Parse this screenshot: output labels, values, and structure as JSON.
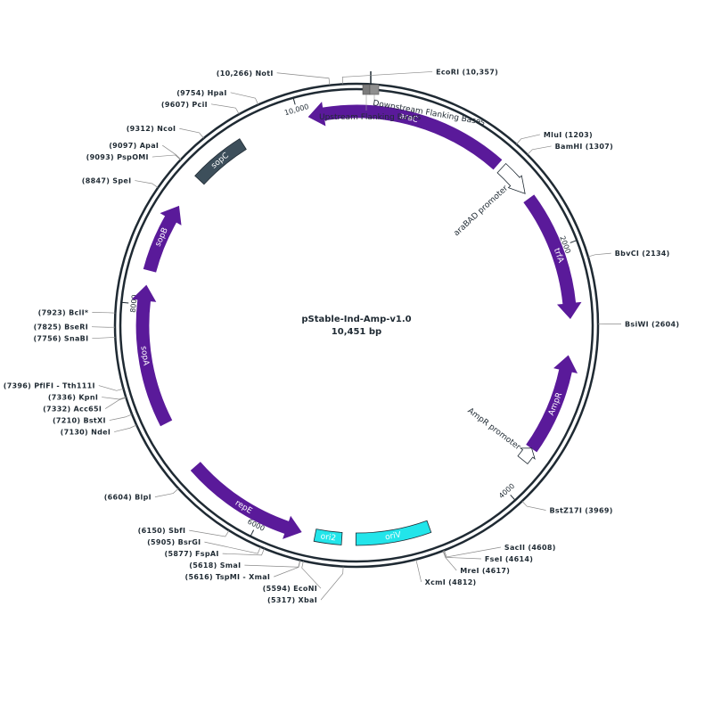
{
  "plasmid": {
    "name": "pStable-Ind-Amp-v1.0",
    "length_label": "10,451 bp",
    "length": 10451
  },
  "ticks": [
    {
      "pos": 2000,
      "label": "2000"
    },
    {
      "pos": 4000,
      "label": "4000"
    },
    {
      "pos": 6000,
      "label": "6000"
    },
    {
      "pos": 8000,
      "label": "8000"
    },
    {
      "pos": 10000,
      "label": "10,000"
    }
  ],
  "features": [
    {
      "name": "araC",
      "start": 10076,
      "end": 1197,
      "strand": -1,
      "kind": "arrow",
      "color": "#5a1a9a",
      "label_inside": true
    },
    {
      "name": "araBAD promoter",
      "start": 1240,
      "end": 1510,
      "strand": 1,
      "kind": "promoter",
      "color": "#ffffff",
      "label_inside": false
    },
    {
      "name": "trfA",
      "start": 1560,
      "end": 2560,
      "strand": 1,
      "kind": "arrow",
      "color": "#5a1a9a",
      "label_inside": true
    },
    {
      "name": "AmpR",
      "start": 2850,
      "end": 3630,
      "strand": -1,
      "kind": "arrow",
      "color": "#5a1a9a",
      "label_inside": true
    },
    {
      "name": "AmpR promoter",
      "start": 3630,
      "end": 3745,
      "strand": -1,
      "kind": "promoter",
      "color": "#ffffff",
      "label_inside": false
    },
    {
      "name": "oriV",
      "start": 4650,
      "end": 5230,
      "strand": 0,
      "kind": "box",
      "color": "#22e5ea",
      "label_inside": true
    },
    {
      "name": "ori2",
      "start": 5340,
      "end": 5550,
      "strand": 0,
      "kind": "box",
      "color": "#22e5ea",
      "label_inside": true
    },
    {
      "name": "repE",
      "start": 5660,
      "end": 6640,
      "strand": -1,
      "kind": "arrow",
      "color": "#5a1a9a",
      "label_inside": true
    },
    {
      "name": "sopA",
      "start": 7050,
      "end": 8150,
      "strand": 1,
      "kind": "arrow",
      "color": "#5a1a9a",
      "label_inside": true
    },
    {
      "name": "sopB",
      "start": 8270,
      "end": 8820,
      "strand": 1,
      "kind": "arrow",
      "color": "#5a1a9a",
      "label_inside": true
    },
    {
      "name": "sopC",
      "start": 9080,
      "end": 9520,
      "strand": 0,
      "kind": "box",
      "color": "#3d4f5b",
      "label_inside": true
    }
  ],
  "flanking": {
    "downstream": "Downstream Flanking Bases",
    "upstream": "Upstream Flanking Bases",
    "colors": [
      "#7b7b7b",
      "#8f8f8f"
    ]
  },
  "sites": [
    {
      "name": "NotI",
      "pos": 10266,
      "pos_label": "(10,266)",
      "side": "left"
    },
    {
      "name": "EcoRI",
      "pos": 10357,
      "pos_label": "(10,357)",
      "side": "right"
    },
    {
      "name": "HpaI",
      "pos": 9754,
      "pos_label": "(9754)",
      "side": "left"
    },
    {
      "name": "PciI",
      "pos": 9607,
      "pos_label": "(9607)",
      "side": "left"
    },
    {
      "name": "NcoI",
      "pos": 9312,
      "pos_label": "(9312)",
      "side": "left"
    },
    {
      "name": "ApaI",
      "pos": 9097,
      "pos_label": "(9097)",
      "side": "left"
    },
    {
      "name": "PspOMI",
      "pos": 9093,
      "pos_label": "(9093)",
      "side": "left"
    },
    {
      "name": "SpeI",
      "pos": 8847,
      "pos_label": "(8847)",
      "side": "left"
    },
    {
      "name": "BclI*",
      "pos": 7923,
      "pos_label": "(7923)",
      "side": "left"
    },
    {
      "name": "BseRI",
      "pos": 7825,
      "pos_label": "(7825)",
      "side": "left"
    },
    {
      "name": "SnaBI",
      "pos": 7756,
      "pos_label": "(7756)",
      "side": "left"
    },
    {
      "name": "PflFI - Tth111I",
      "pos": 7396,
      "pos_label": "(7396)",
      "side": "left"
    },
    {
      "name": "KpnI",
      "pos": 7336,
      "pos_label": "(7336)",
      "side": "left"
    },
    {
      "name": "Acc65I",
      "pos": 7332,
      "pos_label": "(7332)",
      "side": "left"
    },
    {
      "name": "BstXI",
      "pos": 7210,
      "pos_label": "(7210)",
      "side": "left"
    },
    {
      "name": "NdeI",
      "pos": 7130,
      "pos_label": "(7130)",
      "side": "left"
    },
    {
      "name": "BlpI",
      "pos": 6604,
      "pos_label": "(6604)",
      "side": "left"
    },
    {
      "name": "SbfI",
      "pos": 6150,
      "pos_label": "(6150)",
      "side": "left"
    },
    {
      "name": "BsrGI",
      "pos": 5905,
      "pos_label": "(5905)",
      "side": "left"
    },
    {
      "name": "FspAI",
      "pos": 5877,
      "pos_label": "(5877)",
      "side": "left"
    },
    {
      "name": "SmaI",
      "pos": 5618,
      "pos_label": "(5618)",
      "side": "left"
    },
    {
      "name": "TspMI - XmaI",
      "pos": 5616,
      "pos_label": "(5616)",
      "side": "left"
    },
    {
      "name": "EcoNI",
      "pos": 5594,
      "pos_label": "(5594)",
      "side": "left"
    },
    {
      "name": "XbaI",
      "pos": 5317,
      "pos_label": "(5317)",
      "side": "left"
    },
    {
      "name": "XcmI",
      "pos": 4812,
      "pos_label": "(4812)",
      "side": "right"
    },
    {
      "name": "MreI",
      "pos": 4617,
      "pos_label": "(4617)",
      "side": "right"
    },
    {
      "name": "FseI",
      "pos": 4614,
      "pos_label": "(4614)",
      "side": "right"
    },
    {
      "name": "SacII",
      "pos": 4608,
      "pos_label": "(4608)",
      "side": "right"
    },
    {
      "name": "BstZ17I",
      "pos": 3969,
      "pos_label": "(3969)",
      "side": "right"
    },
    {
      "name": "BsiWI",
      "pos": 2604,
      "pos_label": "(2604)",
      "side": "right"
    },
    {
      "name": "BbvCI",
      "pos": 2134,
      "pos_label": "(2134)",
      "side": "right"
    },
    {
      "name": "BamHI",
      "pos": 1307,
      "pos_label": "(1307)",
      "side": "right"
    },
    {
      "name": "MluI",
      "pos": 1203,
      "pos_label": "(1203)",
      "side": "right"
    }
  ]
}
